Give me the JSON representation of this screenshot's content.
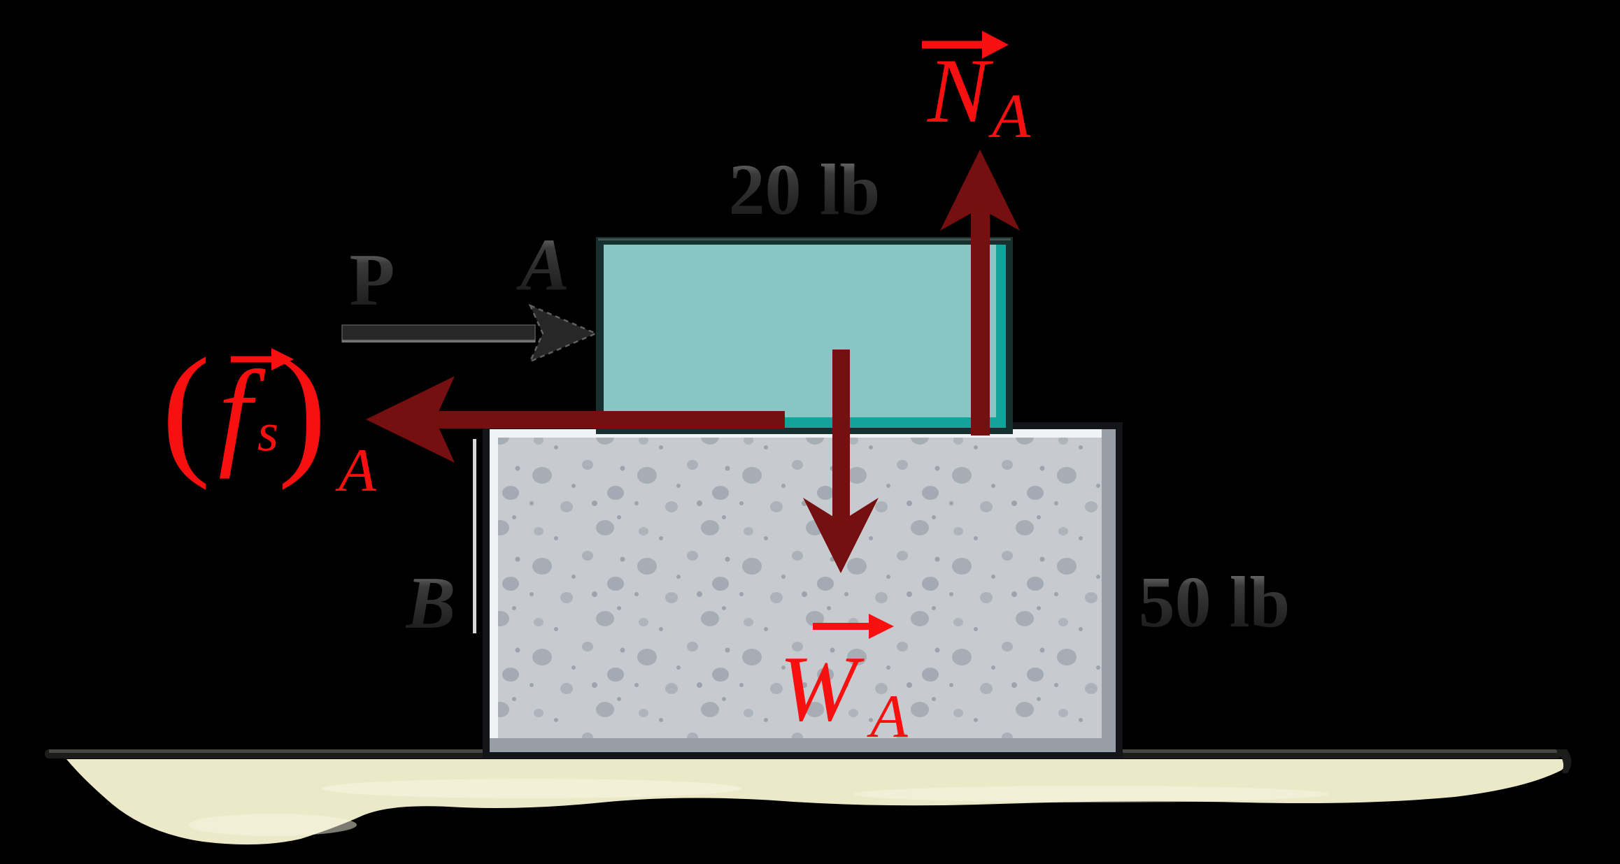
{
  "diagram": {
    "description": "Free-body diagram of block A (20 lb) resting on block B (50 lb) with applied force P, friction, normal force and weight of A",
    "block_top_weight": "20 lb",
    "block_bottom_weight": "50 lb",
    "block_top_label": "A",
    "block_bottom_label": "B",
    "applied_force_label": "P",
    "normal_force": {
      "symbol": "N",
      "subscript": "A"
    },
    "weight_force": {
      "symbol": "W",
      "subscript": "A"
    },
    "friction_force": {
      "paren_open": "(",
      "symbol": "f",
      "subscript": "s",
      "paren_close": ")",
      "outer_subscript": "A"
    }
  },
  "colors": {
    "background": "#000000",
    "arrow_maroon": "#760F0F",
    "label_red": "#F81010",
    "applied_arrow_dark": "#272727",
    "block_a_fill": "#87C6C3",
    "block_a_accent": "#12A49B",
    "block_a_border": "#16302F",
    "block_b_fill": "#C7CBD0",
    "block_b_speckle": "#A7ADB5",
    "block_b_border": "#141519",
    "block_b_highlight": "#F1F2F4",
    "block_b_side_band": "#989EA6",
    "dark_text": "#3A3A3A",
    "ground_line": "#1C1C1A",
    "ground_shading": "#ECE9C8"
  }
}
